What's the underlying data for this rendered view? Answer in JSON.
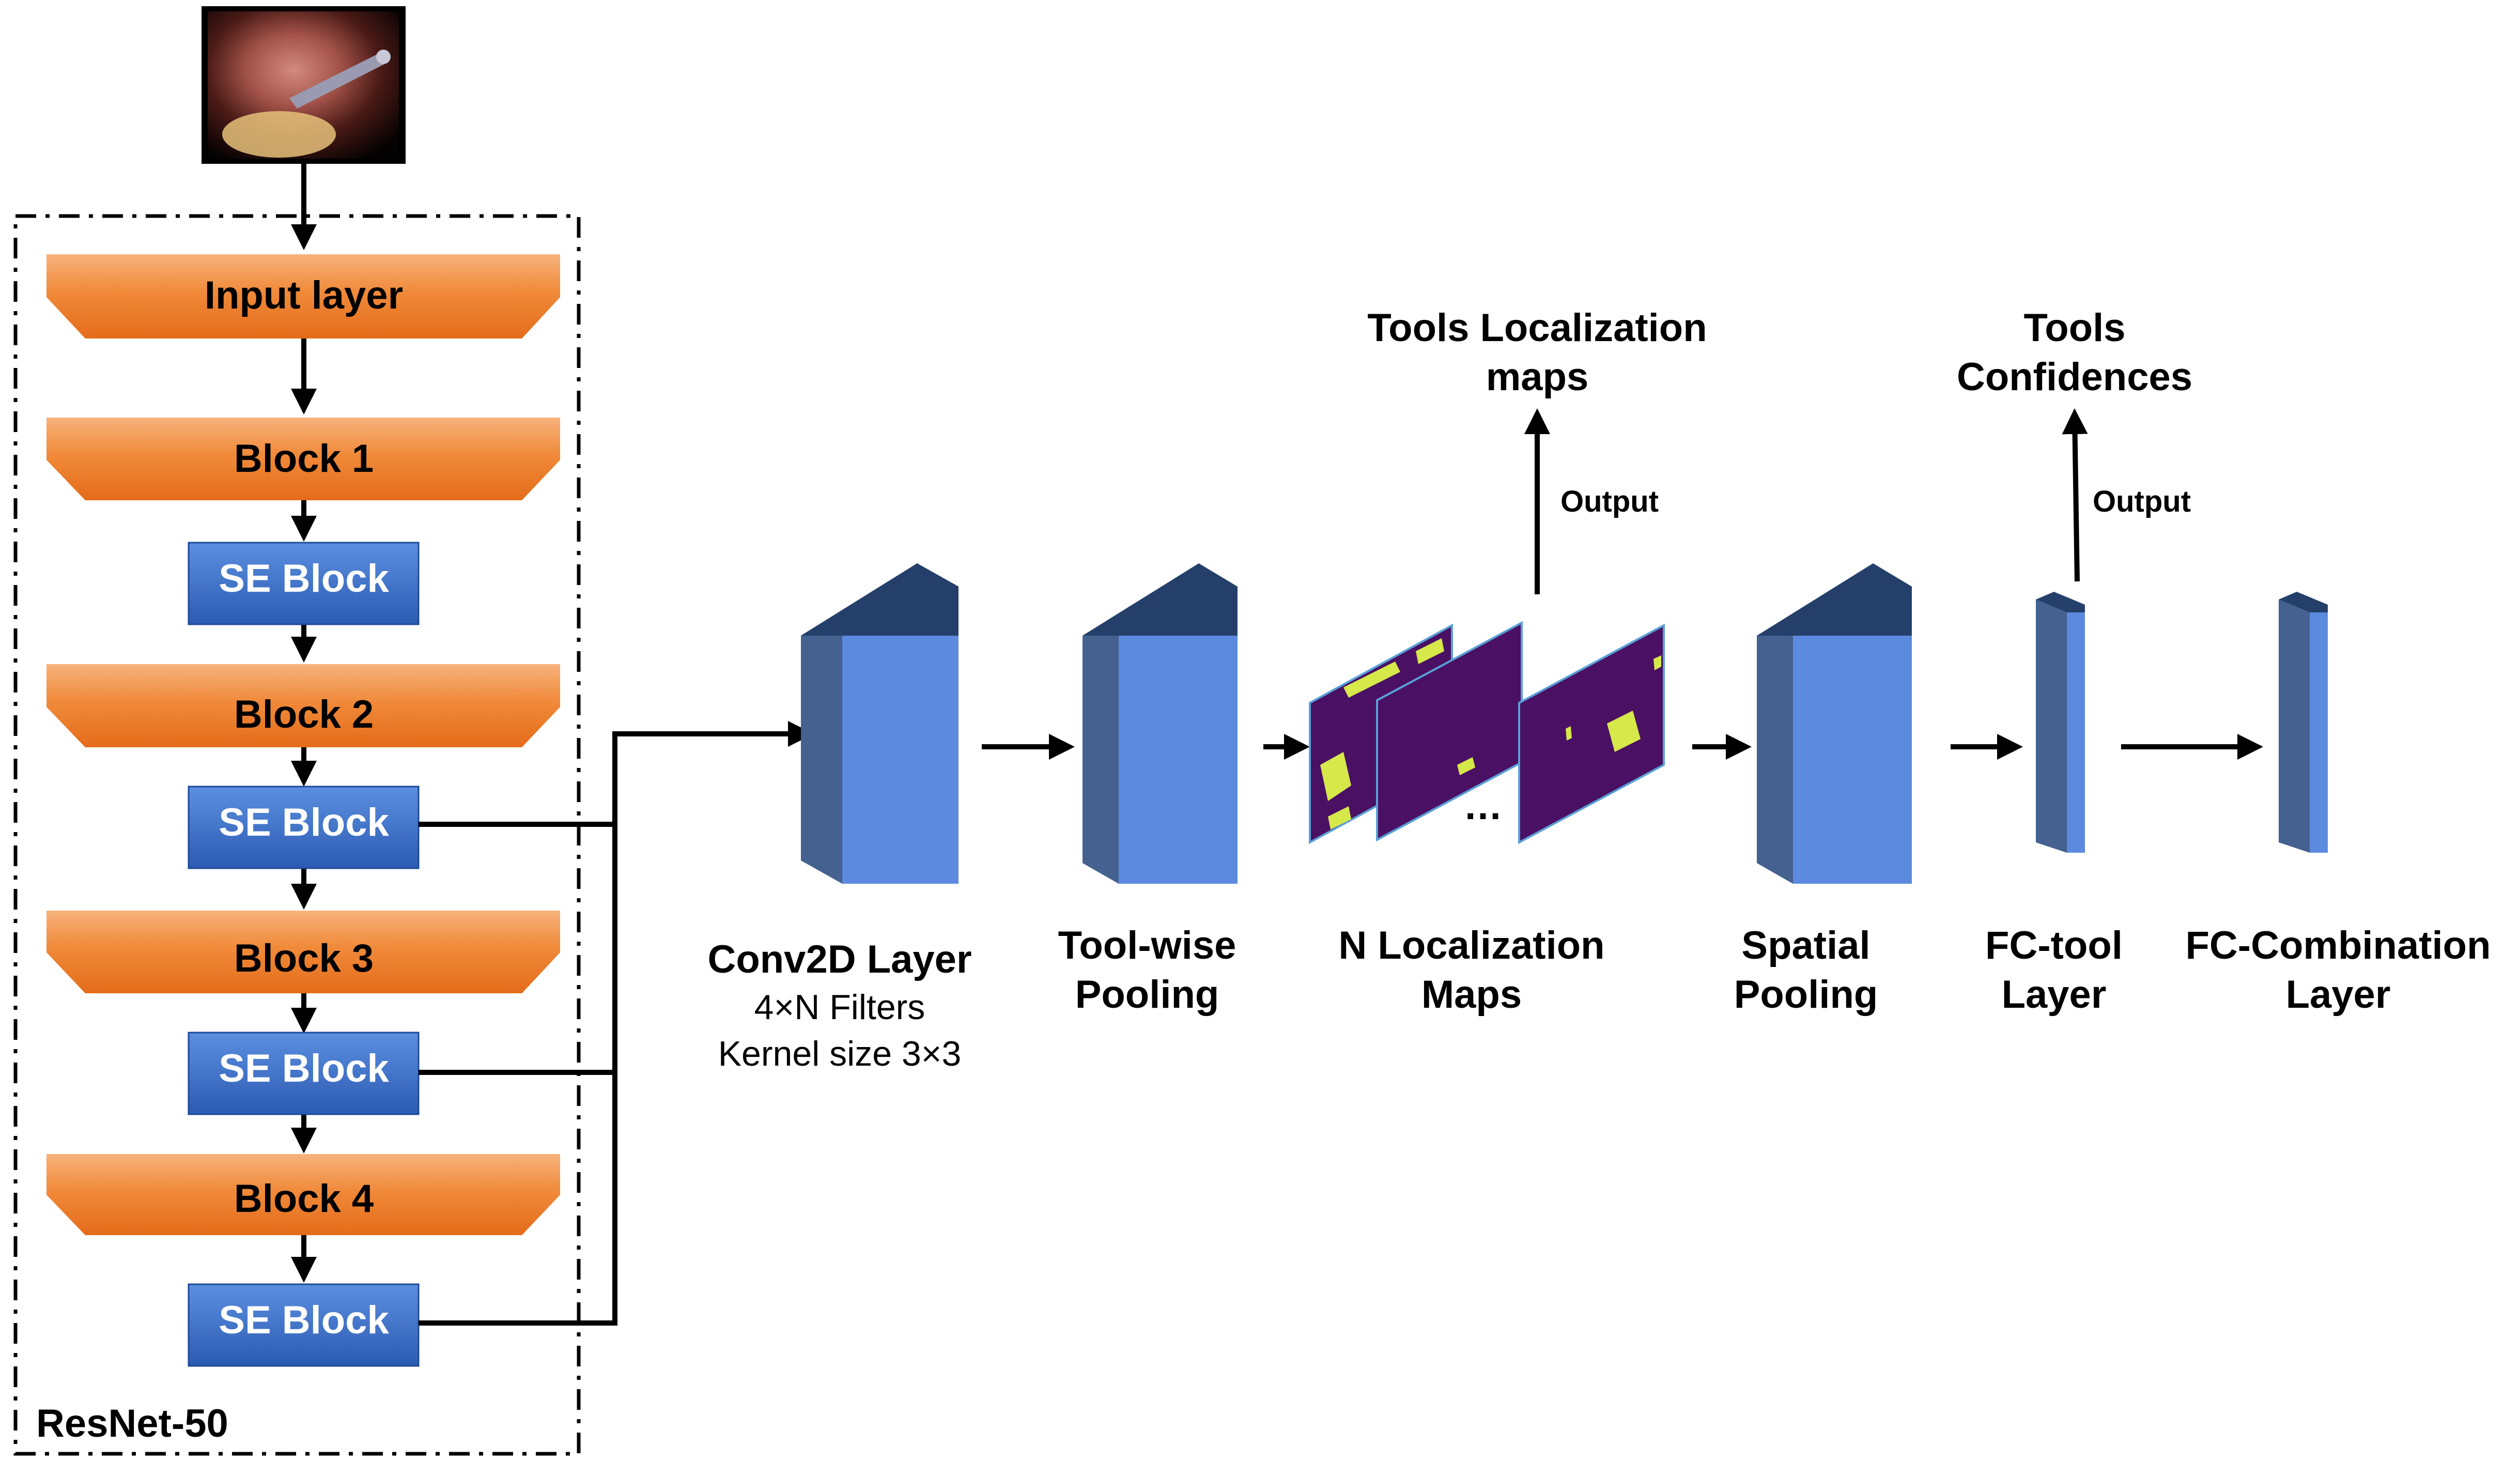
{
  "resnet": {
    "title": "ResNet-50",
    "input_layer": "Input layer",
    "blocks": [
      "Block 1",
      "Block 2",
      "Block 3",
      "Block 4"
    ],
    "se_block": "SE Block"
  },
  "stages": {
    "conv2d": {
      "title": "Conv2D Layer",
      "line2": "4×N Filters",
      "line3": "Kernel size 3×3"
    },
    "toolwise": {
      "line1": "Tool-wise",
      "line2": "Pooling"
    },
    "locmaps": {
      "line1": "N Localization",
      "line2": "Maps",
      "ellipsis": "…"
    },
    "spatial": {
      "line1": "Spatial",
      "line2": "Pooling"
    },
    "fctool": {
      "line1": "FC-tool",
      "line2": "Layer"
    },
    "fccomb": {
      "line1": "FC-Combination",
      "line2": "Layer"
    }
  },
  "outputs": {
    "localization": {
      "line1": "Tools Localization",
      "line2": "maps",
      "arrow_label": "Output"
    },
    "confidence": {
      "line1": "Tools",
      "line2": "Confidences",
      "arrow_label": "Output"
    }
  },
  "colors": {
    "orange_top": "#f4a062",
    "orange_bottom": "#e8721e",
    "blue_top": "#4a80d8",
    "blue_bottom": "#2a5cb0",
    "box_front": "#5b8ade",
    "box_side": "#43608f",
    "box_top": "#263f66",
    "map_bg": "#4a1064",
    "map_blob": "#d6e84a"
  }
}
